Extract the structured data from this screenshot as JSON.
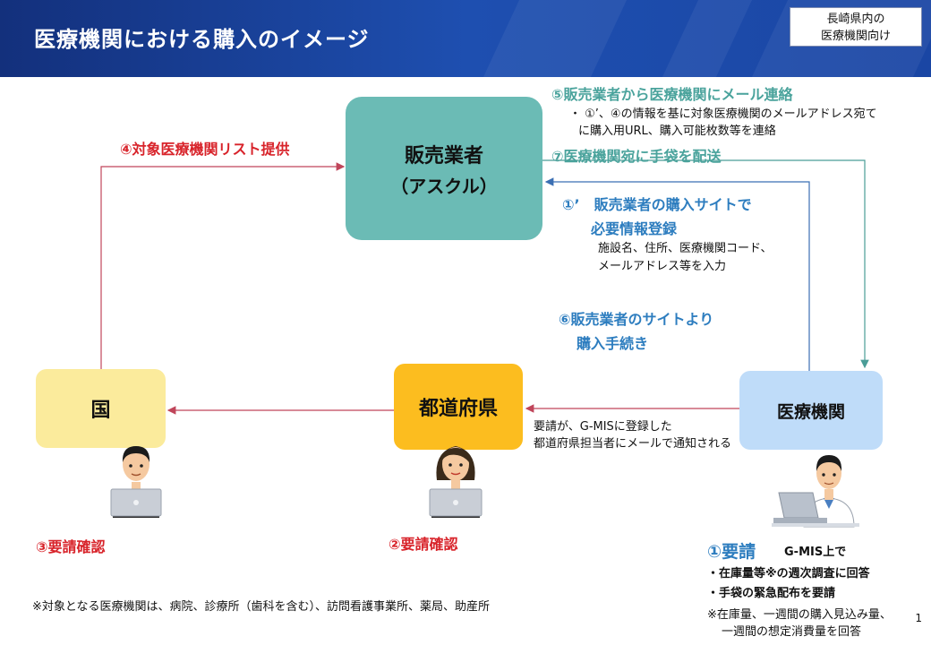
{
  "header": {
    "title": "医療機関における購入のイメージ",
    "target_line1": "長崎県内の",
    "target_line2": "医療機関向け"
  },
  "nodes": {
    "seller_line1": "販売業者",
    "seller_line2": "（アスクル）",
    "country": "国",
    "prefecture": "都道府県",
    "hospital": "医療機関"
  },
  "steps": {
    "s5_title": "⑤販売業者から医療機関にメール連絡",
    "s5_line1": "・ ①’、④の情報を基に対象医療機関のメールアドレス宛て",
    "s5_line2": "に購入用URL、購入可能枚数等を連絡",
    "s7_title": "⑦医療機関宛に手袋を配送",
    "s4_title": "④対象医療機関リスト提供",
    "s1p_title_line1": "①’　販売業者の購入サイトで",
    "s1p_title_line2": "必要情報登録",
    "s1p_line1": "施設名、住所、医療機関コード、",
    "s1p_line2": "メールアドレス等を入力",
    "s6_line1": "⑥販売業者のサイトより",
    "s6_line2": "購入手続き",
    "notify_line1": "要請が、G-MISに登録した",
    "notify_line2": "都道府県担当者にメールで通知される",
    "s3_title": "③要請確認",
    "s2_title": "②要請確認",
    "s1_title": "①要請",
    "s1_gmis": "G-MIS上で",
    "s1_item1": "・在庫量等※の週次調査に回答",
    "s1_item2": "・手袋の緊急配布を要請",
    "s1_note1": "※在庫量、一週間の購入見込み量、",
    "s1_note2": "一週間の想定消費量を回答"
  },
  "footnote": "※対象となる医療機関は、病院、診療所（歯科を含む）、訪問看護事業所、薬局、助産所",
  "page_number": "1",
  "colors": {
    "header": "#1a43a0",
    "seller": "#6bbbb5",
    "country": "#fbeb9c",
    "prefecture": "#fcbd1f",
    "hospital": "#bfdcf9",
    "blue": "#2d7dbf",
    "teal": "#4aa39c",
    "red": "#d8232a"
  },
  "icons": [
    "person-laptop-icon",
    "woman-laptop-icon",
    "doctor-laptop-icon"
  ]
}
